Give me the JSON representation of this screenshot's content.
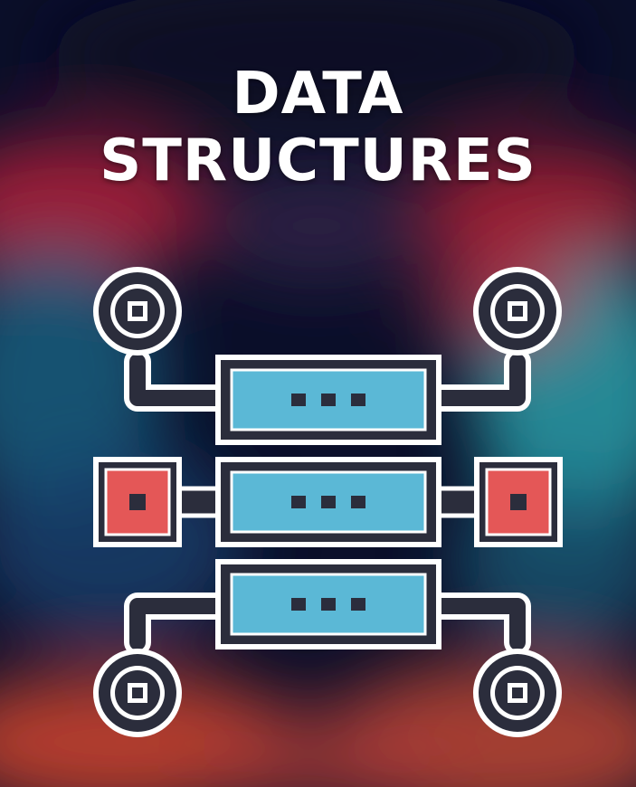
{
  "title": {
    "line1": "DATA",
    "line2": "STRUCTURES"
  },
  "colors": {
    "background": "#0b0f2a",
    "outline": "#ffffff",
    "frame": "#2b2d3c",
    "block": "#5bb8d6",
    "node_square": "#e45757",
    "dot": "#2b2d3c"
  },
  "icons": {
    "blocks": [
      "block-top",
      "block-middle",
      "block-bottom"
    ],
    "circle_nodes": [
      "circle-node-top-left",
      "circle-node-top-right",
      "circle-node-bottom-left",
      "circle-node-bottom-right"
    ],
    "square_nodes": [
      "square-node-left",
      "square-node-right"
    ]
  }
}
